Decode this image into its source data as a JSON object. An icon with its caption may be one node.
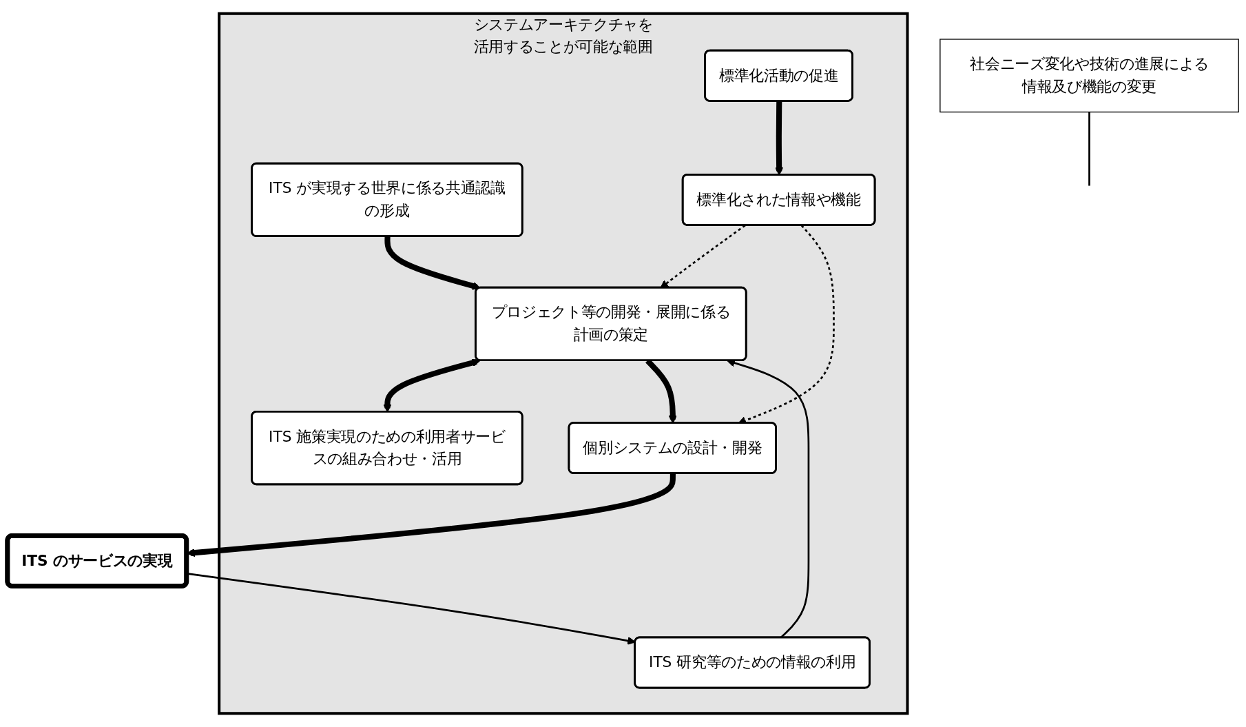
{
  "diagram": {
    "nodes": [
      {
        "text": [
          "システムアーキテクチャを活用することが可能な範囲"
        ]
      },
      {
        "text": [
          "ITS が実現する世界に係る共通認識の形成"
        ],
        "in": 0
      },
      {
        "text": [
          "標準化活動の促進"
        ],
        "in": 0
      },
      {
        "text": [
          "プロジェクト等の開発・展開に係る計画の策定"
        ],
        "in": 0
      },
      {
        "text": [
          "ITS 施策実現のための利用者サービスの組み合わせ・活用"
        ],
        "in": 0
      },
      {
        "text": [
          "標準化された情報や機能"
        ],
        "in": 0
      },
      {
        "text": [
          "個別システムの設計・開発"
        ],
        "in": 0
      },
      {
        "text": [
          "ITS 研究等のための情報の利用"
        ],
        "in": 0
      },
      {
        "text": [
          "社会ニーズ変化や技術の進展による情報及び機能の変更"
        ]
      },
      {
        "text": [
          "ITS のサービスの実現"
        ]
      }
    ],
    "edges": [
      {
        "from": 1,
        "to": 3,
        "arrow": "to",
        "style": "thick"
      },
      {
        "from": 2,
        "to": 5,
        "arrow": "to",
        "style": "thick"
      },
      {
        "from": 5,
        "to": 3,
        "arrow": "to",
        "style": "dashed"
      },
      {
        "from": 5,
        "to": 6,
        "arrow": "to",
        "style": "dashed"
      },
      {
        "from": 3,
        "to": 4,
        "arrow": "both",
        "style": "thick"
      },
      {
        "from": 3,
        "to": 6,
        "arrow": "to",
        "style": "thick"
      },
      {
        "from": 6,
        "to": 9,
        "arrow": "to",
        "style": "thick"
      },
      {
        "from": 9,
        "to": 7,
        "arrow": "to"
      },
      {
        "from": 7,
        "to": 3,
        "arrow": "to"
      },
      {
        "from": 8,
        "to": null,
        "arrow": "none"
      }
    ]
  }
}
